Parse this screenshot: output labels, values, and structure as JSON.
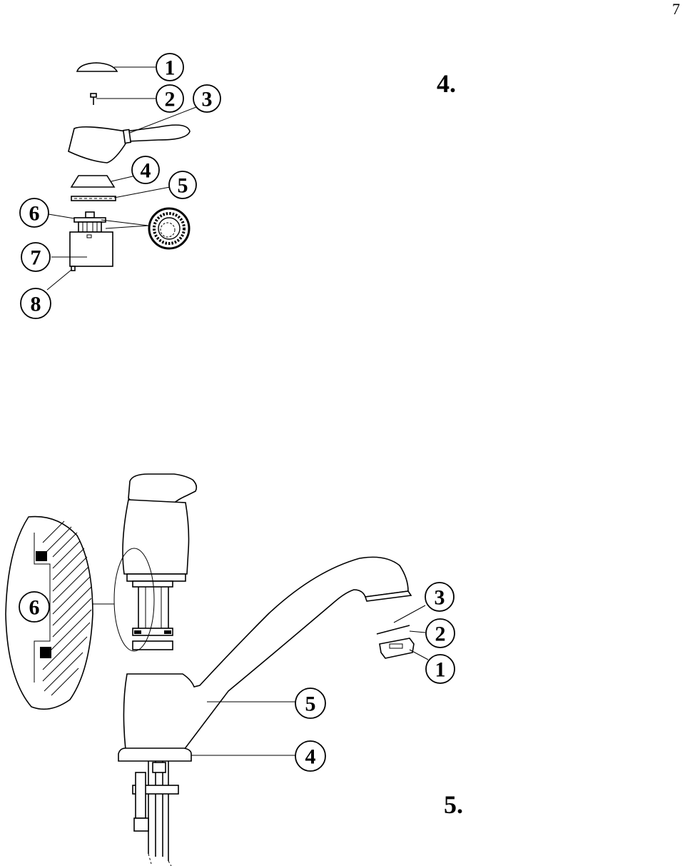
{
  "page": {
    "number": "7"
  },
  "figure4": {
    "label": "4.",
    "callouts": [
      "1",
      "2",
      "3",
      "4",
      "5",
      "6",
      "7",
      "8"
    ]
  },
  "figure5": {
    "label": "5.",
    "callouts": [
      "1",
      "2",
      "3",
      "4",
      "5",
      "6"
    ]
  }
}
